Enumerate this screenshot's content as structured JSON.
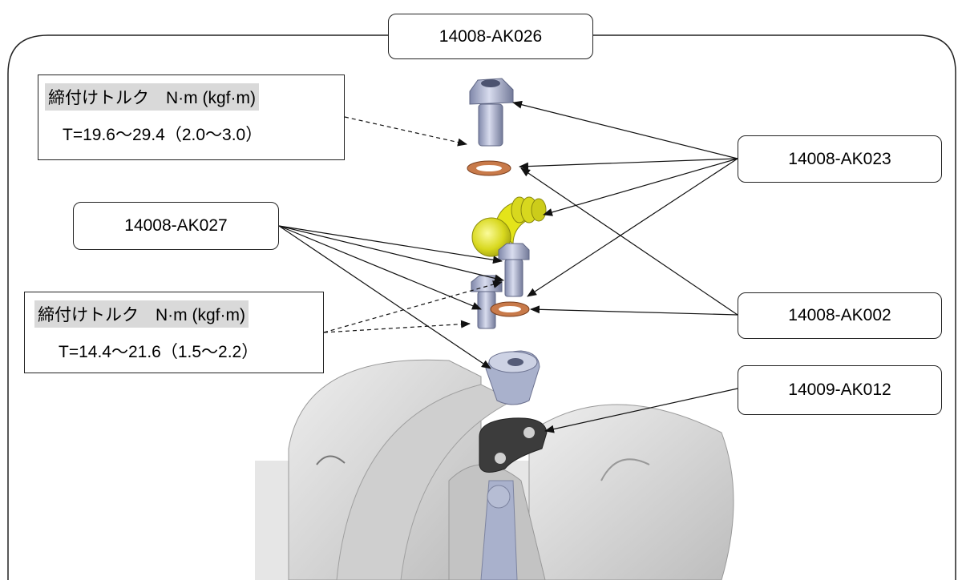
{
  "title_part": "14008-AK026",
  "parts": {
    "p023": "14008-AK023",
    "p027": "14008-AK027",
    "p002": "14008-AK002",
    "p012": "14009-AK012"
  },
  "torque_upper": {
    "title": "締付けトルク　N·m (kgf·m)",
    "value": "T=19.6～29.4（2.0～3.0）"
  },
  "torque_lower": {
    "title": "締付けトルク　N·m (kgf·m)",
    "value": "T=14.4～21.6（1.5～2.2）"
  },
  "colors": {
    "bolt": "#a9b1cc",
    "banjo": "#e4e41a",
    "washer": "#c87a4a",
    "gasket": "#3c3c3c",
    "turbo": "#d4d4d4",
    "line": "#111111"
  }
}
